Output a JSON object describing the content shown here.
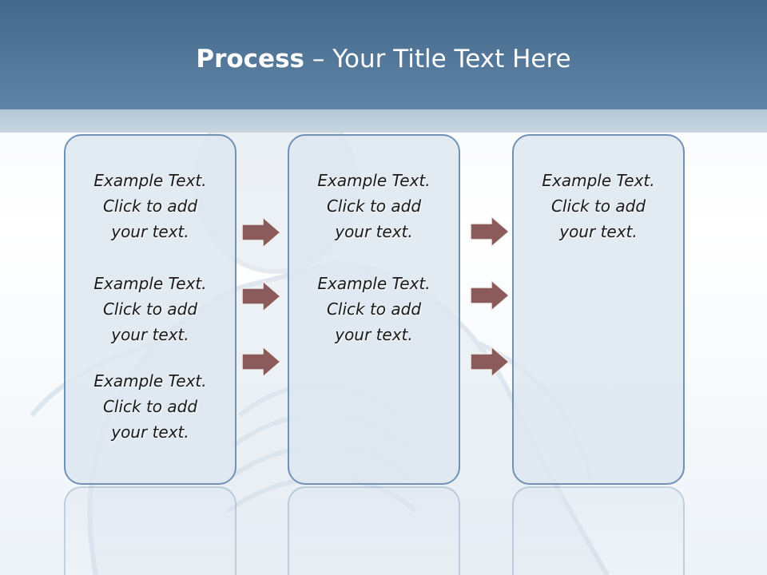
{
  "slide": {
    "title_bold": "Process",
    "title_rest": " – Your Title Text Here"
  },
  "columns": [
    {
      "blocks": [
        {
          "lines": [
            "Example Text.",
            "Click  to add",
            "your text."
          ]
        },
        {
          "lines": [
            "Example Text.",
            "Click  to add",
            "your text."
          ]
        },
        {
          "lines": [
            "Example Text.",
            "Click  to add",
            "your text."
          ]
        }
      ]
    },
    {
      "blocks": [
        {
          "lines": [
            "Example Text.",
            "Click  to add",
            "your text."
          ]
        },
        {
          "lines": [
            "Example Text.",
            "Click  to add",
            "your text."
          ]
        }
      ]
    },
    {
      "blocks": [
        {
          "lines": [
            "Example Text.",
            "Click  to add",
            "your text."
          ]
        }
      ]
    }
  ],
  "colors": {
    "header": "#4f7396",
    "panel_border": "#6f92b5",
    "arrow_fill": "#8b5a5a"
  },
  "icons": {
    "arrow": "right-arrow-icon"
  }
}
